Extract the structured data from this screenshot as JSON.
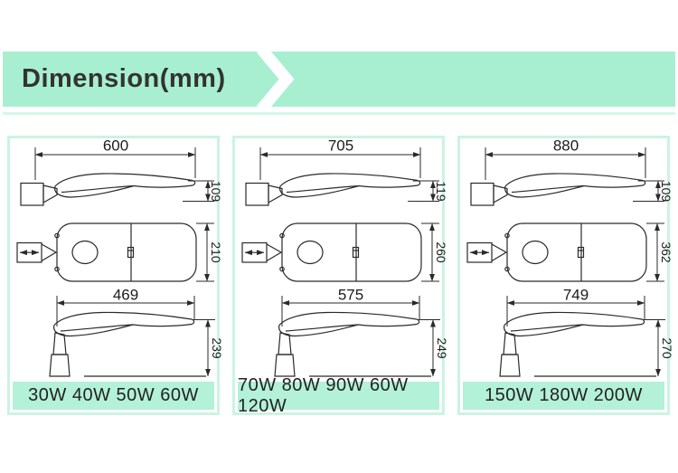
{
  "header": {
    "title": "Dimension(mm)"
  },
  "colors": {
    "banner_green": "#a8efd2",
    "panel_border_green": "#cbf4e2",
    "label_green": "#b3f1d8",
    "underline_green": "#d6f7e9",
    "drawing_stroke": "#2a2a2a",
    "title_text": "#333333"
  },
  "panels": [
    {
      "top": {
        "width": "600",
        "height": "109"
      },
      "middle": {
        "height": "210"
      },
      "bottom": {
        "width": "469",
        "height": "239"
      },
      "label": "30W 40W 50W 60W"
    },
    {
      "top": {
        "width": "705",
        "height": "119"
      },
      "middle": {
        "height": "260"
      },
      "bottom": {
        "width": "575",
        "height": "249"
      },
      "label": "70W 80W 90W 60W 120W"
    },
    {
      "top": {
        "width": "880",
        "height": "109"
      },
      "middle": {
        "height": "362"
      },
      "bottom": {
        "width": "749",
        "height": "270"
      },
      "label": "150W 180W 200W"
    }
  ]
}
